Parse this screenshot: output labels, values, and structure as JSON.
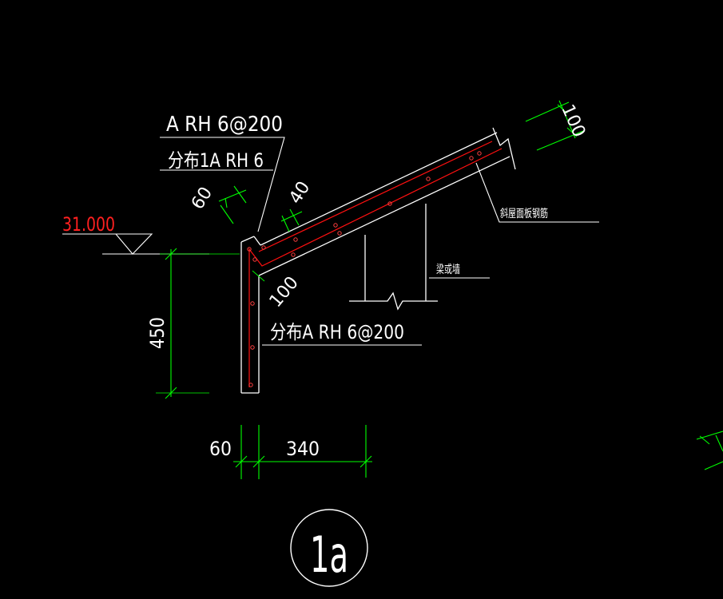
{
  "drawing": {
    "background": "#000000",
    "colors": {
      "white": "#ffffff",
      "green": "#00ff00",
      "red": "#ff0000",
      "elevation": "#ff2020"
    },
    "labels": {
      "top_rebar": "A RH 6@200",
      "top_dist": "分布1A RH 6",
      "dim_60_slant": "60",
      "dim_40_slant": "40",
      "elevation": "31.000",
      "dim_450": "450",
      "dim_100_inner": "100",
      "bottom_dist": "分布A RH 6@200",
      "slab_rebar": "斜屋面板钢筋",
      "beam_or_wall": "梁或墙",
      "dim_100_top": "100",
      "dim_60_bottom": "60",
      "dim_340": "340",
      "detail_id": "1a"
    }
  }
}
